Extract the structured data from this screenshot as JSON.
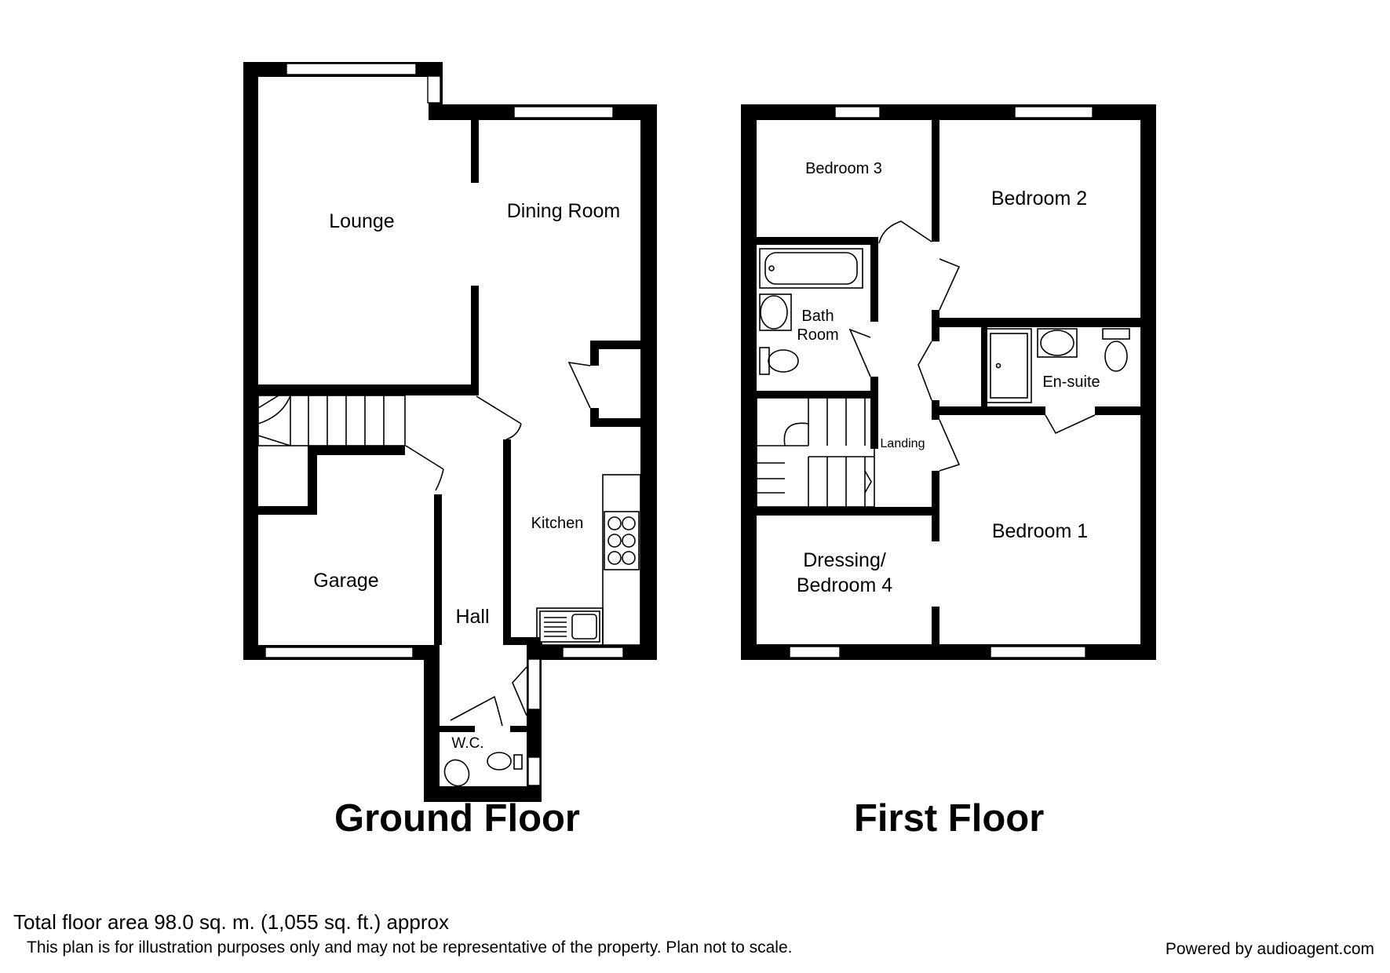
{
  "ground_floor": {
    "title": "Ground Floor",
    "rooms": {
      "lounge": "Lounge",
      "dining_room": "Dining Room",
      "kitchen": "Kitchen",
      "garage": "Garage",
      "hall": "Hall",
      "wc": "W.C."
    }
  },
  "first_floor": {
    "title": "First Floor",
    "rooms": {
      "bedroom_3": "Bedroom 3",
      "bedroom_2": "Bedroom 2",
      "bath_room_line1": "Bath",
      "bath_room_line2": "Room",
      "en_suite": "En-suite",
      "landing": "Landing",
      "bedroom_1": "Bedroom 1",
      "dressing_line1": "Dressing/",
      "dressing_line2": "Bedroom 4"
    }
  },
  "footer": {
    "total_area": "Total floor area 98.0 sq. m. (1,055 sq. ft.) approx",
    "disclaimer": "This plan is for illustration purposes only and may not be representative of the property. Plan not to scale.",
    "powered_by": "Powered by audioagent.com"
  }
}
